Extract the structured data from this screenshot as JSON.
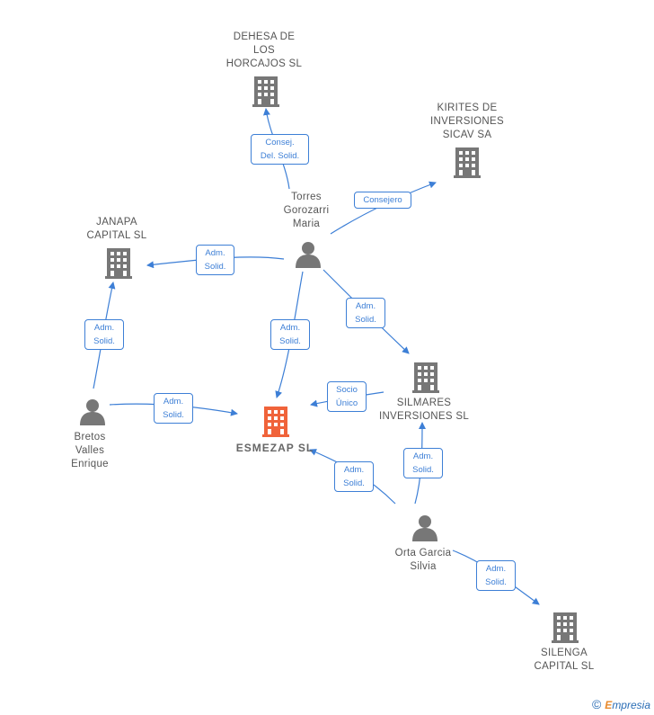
{
  "nodes": {
    "dehesa": {
      "label": "DEHESA DE\nLOS\nHORCAJOS  SL"
    },
    "kirites": {
      "label": "KIRITES DE\nINVERSIONES\nSICAV SA"
    },
    "janapa": {
      "label": "JANAPA\nCAPITAL  SL"
    },
    "torres": {
      "label": "Torres\nGorozarri\nMaria"
    },
    "esmezap": {
      "label": "ESMEZAP  SL"
    },
    "silmares": {
      "label": "SILMARES\nINVERSIONES SL"
    },
    "bretos": {
      "label": "Bretos\nValles\nEnrique"
    },
    "orta": {
      "label": "Orta Garcia\nSilvia"
    },
    "silenga": {
      "label": "SILENGA\nCAPITAL  SL"
    }
  },
  "edges": {
    "torres_dehesa": "Consej.\nDel. Solid.",
    "torres_kirites": "Consejero",
    "torres_janapa": "Adm.\nSolid.",
    "torres_esmezap": "Adm.\nSolid.",
    "torres_silmares": "Adm.\nSolid.",
    "bretos_janapa": "Adm.\nSolid.",
    "bretos_esmezap": "Adm.\nSolid.",
    "silmares_esmezap": "Socio\nÚnico",
    "orta_esmezap": "Adm.\nSolid.",
    "orta_silmares": "Adm.\nSolid.",
    "orta_silenga": "Adm.\nSolid."
  },
  "colors": {
    "edge": "#3d7fd6",
    "company_icon": "#777777",
    "focus_icon": "#f0633a",
    "person_icon": "#777777"
  },
  "footer": {
    "copyright": "©",
    "brand_e": "E",
    "brand_rest": "mpresia"
  }
}
